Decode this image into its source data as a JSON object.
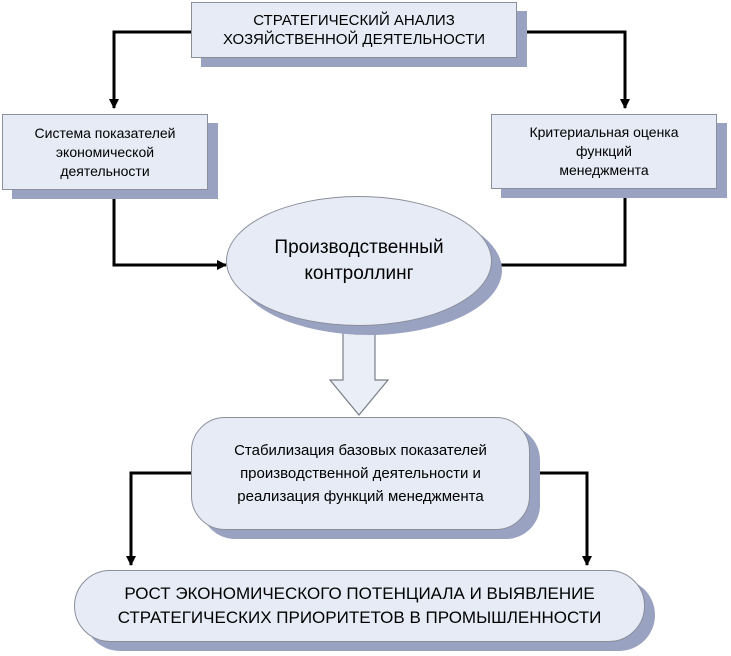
{
  "nodes": {
    "strategic_analysis": "СТРАТЕГИЧЕСКИЙ АНАЛИЗ\nХОЗЯЙСТВЕННОЙ ДЕЯТЕЛЬНОСТИ",
    "indicator_system": "Система показателей\nэкономической\nдеятельности",
    "criteria_assessment": "Критериальная оценка\nфункций\nменеджмента",
    "production_controlling": "Производственный\nконтроллинг",
    "stabilization": "Стабилизация базовых показателей\nпроизводственной деятельности и\nреализация функций менеджмента",
    "growth": "РОСТ ЭКОНОМИЧЕСКОГО ПОТЕНЦИАЛА И ВЫЯВЛЕНИЕ\nСТРАТЕГИЧЕСКИХ ПРИОРИТЕТОВ В ПРОМЫШЛЕННОСТИ"
  }
}
